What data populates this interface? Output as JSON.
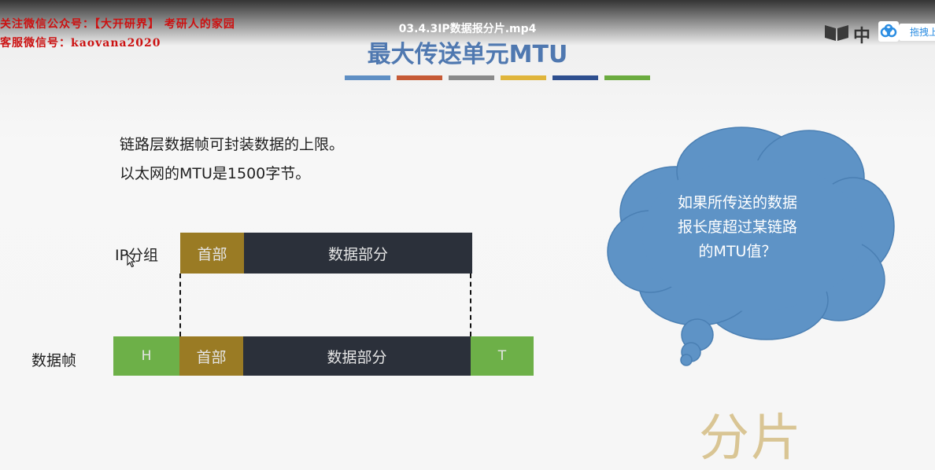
{
  "video": {
    "title": "03.4.3IP数据报分片.mp4"
  },
  "watermark": {
    "line1": "关注微信公众号：【大开研界】 考研人的家园",
    "line2": "客服微信号：kaovana2020"
  },
  "slide": {
    "title": "最大传送单元MTU",
    "title_bar_colors": [
      "#5f8fc4",
      "#c65a36",
      "#8a8a8a",
      "#e0b53b",
      "#2e4f8f",
      "#6bab3f"
    ],
    "body_lines": [
      "链路层数据帧可封装数据的上限。",
      "以太网的MTU是1500字节。"
    ],
    "ip_packet": {
      "label": "IP分组",
      "header": "首部",
      "data": "数据部分"
    },
    "data_frame": {
      "label": "数据帧",
      "head": "H",
      "header": "首部",
      "data": "数据部分",
      "tail": "T"
    },
    "cloud_text": [
      "如果所传送的数据",
      "报长度超过某链路",
      "的MTU值？"
    ],
    "answer": "分片",
    "colors": {
      "header_box": "#9a7b24",
      "data_box": "#2b303a",
      "frame_end": "#6db048",
      "cloud": "#5e93c6",
      "answer": "#d9c594"
    }
  },
  "corner": {
    "logo_text": "中",
    "button_label": "拖拽上"
  }
}
